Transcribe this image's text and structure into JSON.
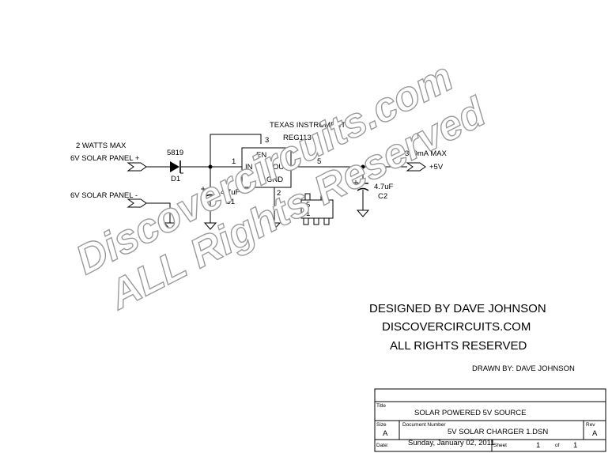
{
  "labels": {
    "power_max": "2 WATTS MAX",
    "solar_pos": "6V SOLAR PANEL +",
    "solar_neg": "6V SOLAR PANEL -",
    "diode_part": "5819",
    "diode_ref": "D1",
    "c1_value": "4.7uF",
    "c1_ref": "C1",
    "c2_value": "4.7uF",
    "c2_ref": "C2",
    "manufacturer": "TEXAS INSTRUMENTS",
    "ic_part": "REG113-5",
    "pin_en": "EN",
    "pin_in": "IN",
    "pin_out": "OUT",
    "pin_gnd": "GND",
    "pin1": "1",
    "pin2": "2",
    "pin3": "3",
    "pin5": "5",
    "pkg_pin5": "5",
    "pkg_pin1": "1",
    "current_max": "300mA MAX",
    "output_net": "+5V"
  },
  "credits": {
    "line1": "DESIGNED BY DAVE JOHNSON",
    "line2": "DISCOVERCIRCUITS.COM",
    "line3": "ALL RIGHTS RESERVED",
    "drawn_by": "DRAWN BY:  DAVE JOHNSON"
  },
  "watermark": {
    "line1": "Discovercircuits.com",
    "line2": "ALL Rights Reserved"
  },
  "title_block": {
    "title_label": "Title",
    "title": "SOLAR POWERED 5V SOURCE",
    "size_label": "Size",
    "size": "A",
    "docnum_label": "Document Number",
    "docnum": "5V SOLAR CHARGER 1.DSN",
    "rev_label": "Rev",
    "rev": "A",
    "date_label": "Date:",
    "date": "Sunday, January 02, 2011",
    "sheet_label": "Sheet",
    "sheet": "1",
    "of_label": "of",
    "sheet_total": "1"
  }
}
